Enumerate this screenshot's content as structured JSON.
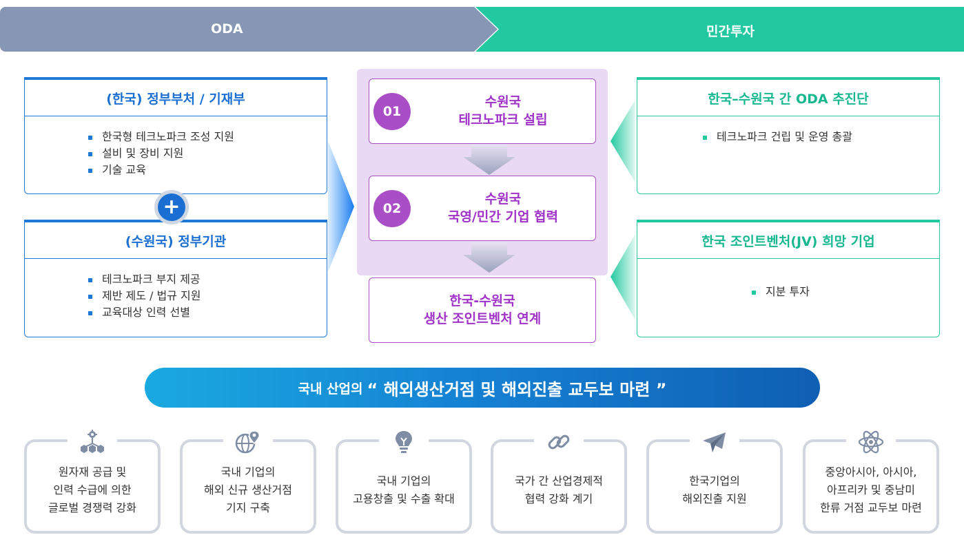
{
  "banner": {
    "left_label": "ODA",
    "right_label": "민간투자"
  },
  "left_panels": [
    {
      "title": "(한국) 정부부처 / 기재부",
      "items": [
        "한국형 테크노파크 조성 지원",
        "설비 및 장비 지원",
        "기술 교육"
      ]
    },
    {
      "title": "(수원국) 정부기관",
      "items": [
        "테크노파크 부지 제공",
        "제반 제도 / 법규 지원",
        "교육대상 인력 선별"
      ]
    }
  ],
  "plus_symbol": "+",
  "center_steps": [
    {
      "number": "01",
      "line1": "수원국",
      "line2": "테크노파크 설립"
    },
    {
      "number": "02",
      "line1": "수원국",
      "line2": "국영/민간 기업 협력"
    }
  ],
  "center_result": {
    "line1": "한국-수원국",
    "line2": "생산 조인트벤처 연계"
  },
  "right_panels": [
    {
      "title": "한국–수원국 간 ODA 추진단",
      "items": [
        "테크노파크 건립 및 운영 총괄"
      ]
    },
    {
      "title": "한국 조인트벤처(JV) 희망 기업",
      "items": [
        "지분 투자"
      ]
    }
  ],
  "slogan": {
    "prefix": "국내 산업의",
    "main": "“ 해외생산거점 및 해외진출 교두보 마련 ”"
  },
  "cards": [
    {
      "icon": "hierarchy-gear-icon",
      "text": "원자재 공급 및\n인력 수급에 의한\n글로벌 경쟁력 강화"
    },
    {
      "icon": "globe-pin-icon",
      "text": "국내 기업의\n해외 신규 생산거점\n기지 구축"
    },
    {
      "icon": "lightbulb-icon",
      "text": "국내 기업의\n고용창출 및 수출 확대"
    },
    {
      "icon": "link-icon",
      "text": "국가 간 산업경제적\n협력 강화 계기"
    },
    {
      "icon": "paper-plane-icon",
      "text": "한국기업의\n해외진출 지원"
    },
    {
      "icon": "atom-icon",
      "text": "중앙아시아, 아시아,\n아프리카 및 중남미\n한류 거점 교두보 마련"
    }
  ],
  "colors": {
    "oda": "#8597b5",
    "private": "#22c9a0",
    "blue": "#1f78d6",
    "purple": "#a94ec7"
  }
}
